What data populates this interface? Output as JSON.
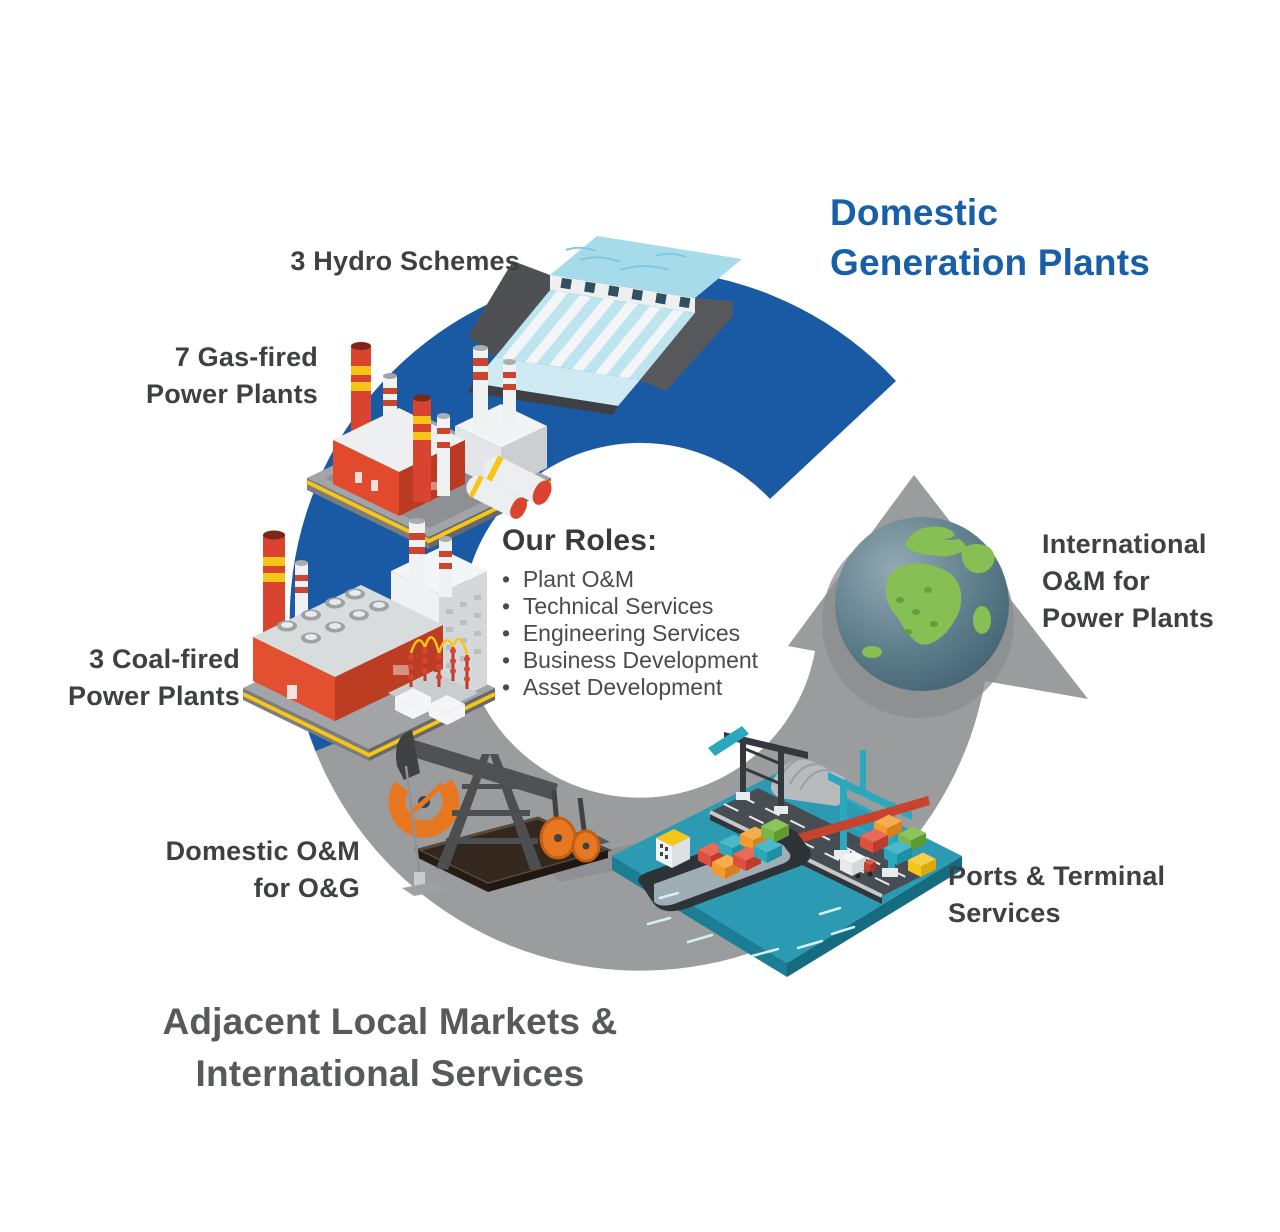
{
  "colors": {
    "arc_blue": "#1A5AA4",
    "arc_gray": "#9B9C9E",
    "heading_blue": "#185FA9",
    "heading_gray": "#58595B",
    "label_dark": "#3F4042"
  },
  "headings": {
    "domestic": {
      "lines": [
        "Domestic",
        "Generation Plants"
      ]
    },
    "adjacent": {
      "lines": [
        "Adjacent Local Markets &",
        "International Services"
      ]
    }
  },
  "center": {
    "title": "Our Roles:",
    "bullets": [
      "Plant O&M",
      "Technical Services",
      "Engineering Services",
      "Business Development",
      "Asset Development"
    ]
  },
  "labels": {
    "hydro": {
      "lines": [
        "3 Hydro Schemes"
      ],
      "icon": "hydro-dam-icon"
    },
    "gas": {
      "lines": [
        "7 Gas-fired",
        "Power Plants"
      ],
      "icon": "gas-power-plant-icon"
    },
    "coal": {
      "lines": [
        "3 Coal-fired",
        "Power Plants"
      ],
      "icon": "coal-power-plant-icon"
    },
    "oil": {
      "lines": [
        "Domestic O&M",
        "for O&G"
      ],
      "icon": "oil-pumpjack-icon"
    },
    "ports": {
      "lines": [
        "Ports & Terminal",
        "Services"
      ],
      "icon": "port-terminal-icon"
    },
    "international": {
      "lines": [
        "International",
        "O&M for",
        "Power Plants"
      ],
      "icon": "globe-icon"
    }
  }
}
